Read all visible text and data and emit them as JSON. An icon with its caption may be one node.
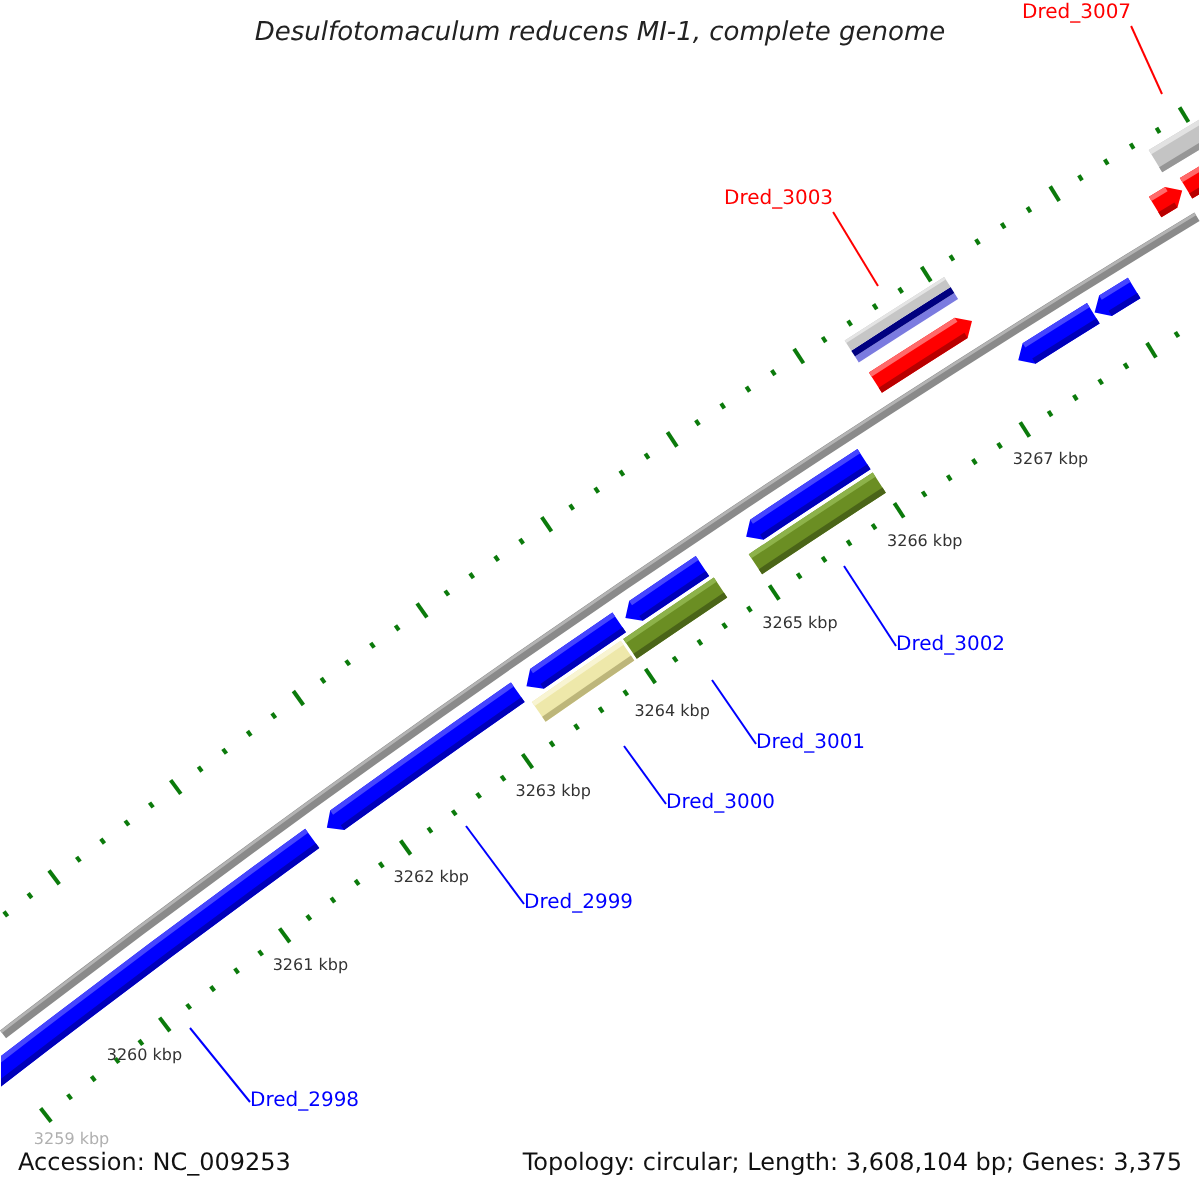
{
  "diagram": {
    "title": "Desulfotomaculum reducens MI-1, complete genome",
    "nodes": [
      {
        "text": [
          "Dred_3007"
        ]
      },
      {
        "text": [
          "Dred_3003"
        ]
      },
      {
        "text": [
          "Dred_3002"
        ]
      },
      {
        "text": [
          "Dred_3001"
        ]
      },
      {
        "text": [
          "Dred_3000"
        ]
      },
      {
        "text": [
          "Dred_2999"
        ]
      },
      {
        "text": [
          "Dred_2998"
        ]
      }
    ],
    "edges": [
      {
        "from": 0,
        "to": null,
        "arrow": "none",
        "color": "#ff0000"
      },
      {
        "from": 1,
        "to": null,
        "arrow": "none",
        "color": "#ff0000"
      },
      {
        "from": 2,
        "to": null,
        "arrow": "none"
      },
      {
        "from": 3,
        "to": null,
        "arrow": "none"
      },
      {
        "from": 4,
        "to": null,
        "arrow": "none"
      },
      {
        "from": 5,
        "to": null,
        "arrow": "none"
      },
      {
        "from": 6,
        "to": null,
        "arrow": "none"
      }
    ],
    "labels": [
      "3267 kbp",
      "3266 kbp",
      "3265 kbp",
      "3264 kbp",
      "3263 kbp",
      "3262 kbp",
      "3261 kbp",
      "3260 kbp",
      "3259 kbp",
      "Accession: NC_009253",
      "Topology: circular; Length: 3,608,104 bp; Genes: 3,375"
    ]
  }
}
